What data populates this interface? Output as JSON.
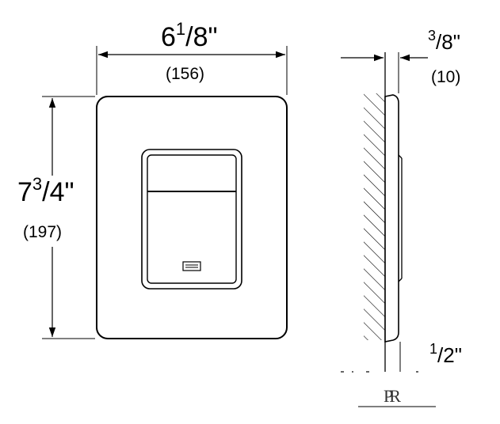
{
  "front": {
    "width": {
      "whole": "6",
      "num": "1",
      "den": "/8\"",
      "mm": "(156)"
    },
    "height": {
      "whole": "7",
      "num": "3",
      "den": "/4\"",
      "mm": "(197)"
    }
  },
  "side": {
    "depth": {
      "num": "3",
      "den": "/8\"",
      "mm": "(10)"
    },
    "offset": {
      "num": "1",
      "den": "/2\""
    }
  },
  "logo": {
    "mark": "PR"
  }
}
